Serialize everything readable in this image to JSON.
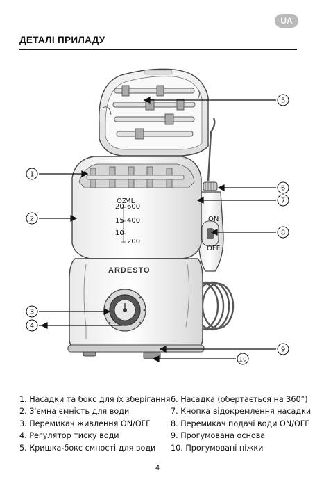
{
  "badge": "UA",
  "title": "ДЕТАЛІ ПРИЛАДУ",
  "callouts": [
    "1",
    "2",
    "3",
    "4",
    "5",
    "6",
    "7",
    "8",
    "9",
    "10"
  ],
  "device": {
    "brand": "ARDESTO",
    "scale_units": [
      "OZ",
      "ML"
    ],
    "scale_oz": [
      "20",
      "15",
      "10"
    ],
    "scale_ml": [
      "600",
      "400",
      "200"
    ],
    "switch_on": "ON",
    "switch_off": "OFF"
  },
  "legend_left": [
    "1. Насадки та бокс для їх зберігання",
    "2. З'ємна ємність для води",
    "3. Перемикач живлення ON/OFF",
    "4. Регулятор тиску води",
    "5. Кришка-бокс ємності для води"
  ],
  "legend_right": [
    "6. Насадка (обертається на 360°)",
    "7. Кнопка відокремлення насадки",
    "8. Перемикач подачі води ON/OFF",
    "9. Прогумована основа",
    "10. Прогумовані ніжки"
  ],
  "page_number": "4"
}
